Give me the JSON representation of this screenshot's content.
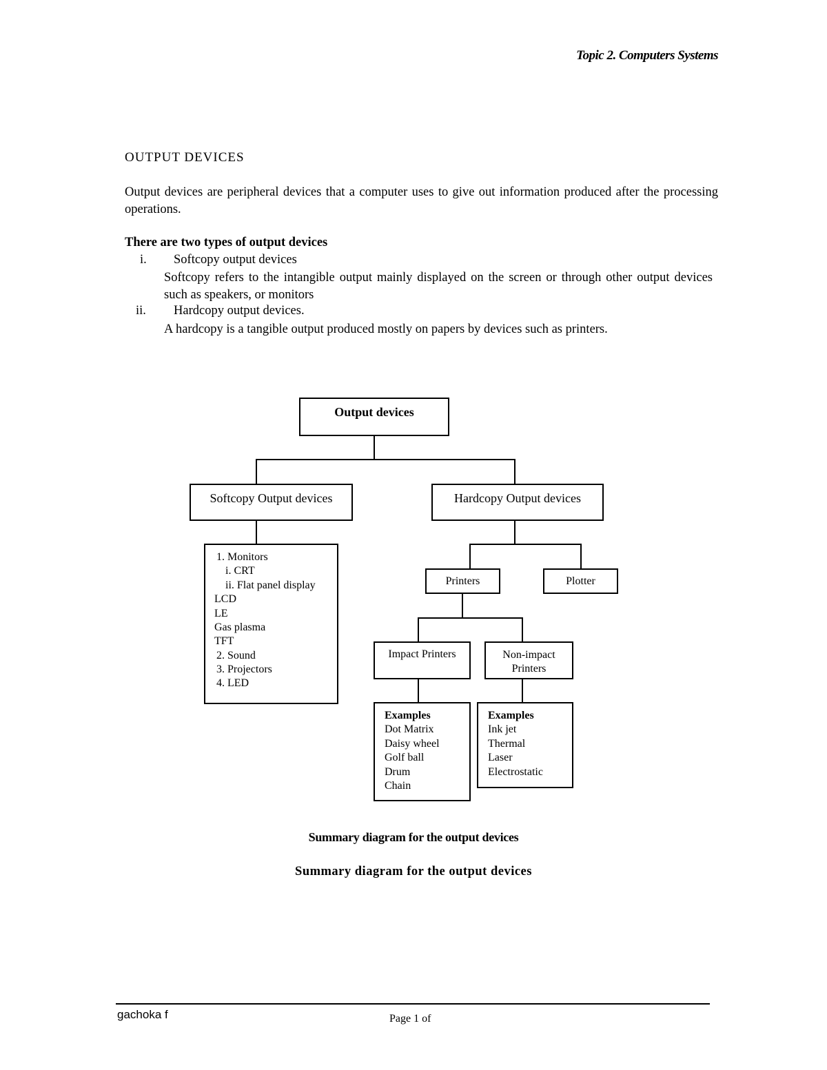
{
  "header": {
    "topic": "Topic 2.  Computers Systems"
  },
  "section_title": "OUTPUT DEVICES",
  "intro": "Output devices are peripheral devices that a computer uses to give out information produced after the processing operations.",
  "types_heading": "There are two types of output devices",
  "types": [
    {
      "num": "i.",
      "name": "Softcopy output devices",
      "desc": "Softcopy refers to the intangible output mainly displayed on the screen or through other output devices such as speakers, or monitors"
    },
    {
      "num": "ii.",
      "name": "Hardcopy output devices.",
      "desc": "A hardcopy is a tangible output produced mostly on papers by devices such as printers."
    }
  ],
  "diagram": {
    "root": "Output devices",
    "softcopy": "Softcopy Output devices",
    "hardcopy": "Hardcopy Output devices",
    "softcopy_list": [
      "1. Monitors",
      "i. CRT",
      "ii. Flat panel display",
      "LCD",
      "LE",
      "Gas plasma",
      "TFT",
      "2. Sound",
      "3. Projectors",
      "4. LED"
    ],
    "printers": "Printers",
    "plotter": "Plotter",
    "impact": "Impact Printers",
    "nonimpact_1": "Non-impact",
    "nonimpact_2": "Printers",
    "examples_label": "Examples",
    "impact_examples": [
      "Dot Matrix",
      "Daisy wheel",
      "Golf ball",
      "Drum",
      "Chain"
    ],
    "nonimpact_examples": [
      "Ink jet",
      "Thermal",
      "Laser",
      "Electrostatic"
    ]
  },
  "caption_1": "Summary diagram for the output devices",
  "caption_2": "Summary diagram for the output devices",
  "footer": {
    "author": "gachoka f",
    "page": "Page 1 of"
  }
}
